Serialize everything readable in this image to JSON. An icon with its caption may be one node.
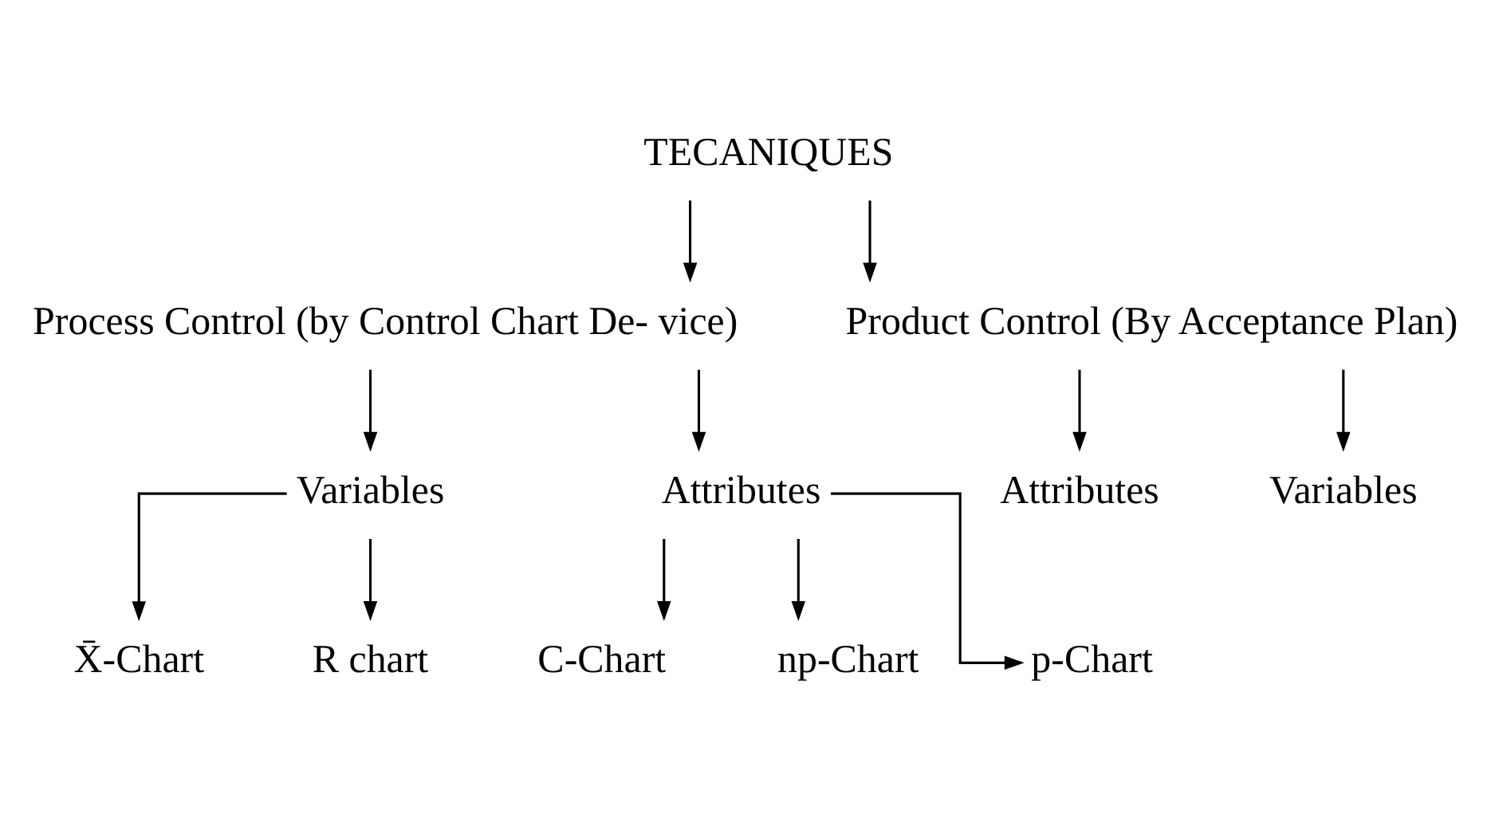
{
  "diagram": {
    "nodes": [
      {
        "text": [
          "TECANIQUES"
        ]
      },
      {
        "text": [
          "Process Control (by Control Chart De- vice)"
        ]
      },
      {
        "text": [
          "Product Control (By Acceptance Plan)"
        ]
      },
      {
        "text": [
          "Variables"
        ]
      },
      {
        "text": [
          "Attributes"
        ]
      },
      {
        "text": [
          "Attributes"
        ]
      },
      {
        "text": [
          "Variables"
        ]
      },
      {
        "text": [
          "X̄-Chart"
        ]
      },
      {
        "text": [
          "R chart"
        ]
      },
      {
        "text": [
          "C-Chart"
        ]
      },
      {
        "text": [
          "np-Chart"
        ]
      },
      {
        "text": [
          "p-Chart"
        ]
      }
    ],
    "edges": [
      {
        "from": 0,
        "to": 1,
        "arrow": "to"
      },
      {
        "from": 0,
        "to": 2,
        "arrow": "to"
      },
      {
        "from": 1,
        "to": 3,
        "arrow": "to"
      },
      {
        "from": 1,
        "to": 4,
        "arrow": "to"
      },
      {
        "from": 2,
        "to": 5,
        "arrow": "to"
      },
      {
        "from": 2,
        "to": 6,
        "arrow": "to"
      },
      {
        "from": 3,
        "to": 7,
        "arrow": "to"
      },
      {
        "from": 3,
        "to": 8,
        "arrow": "to"
      },
      {
        "from": 4,
        "to": 9,
        "arrow": "to"
      },
      {
        "from": 4,
        "to": 10,
        "arrow": "to"
      },
      {
        "from": 4,
        "to": 11,
        "arrow": "to"
      }
    ]
  }
}
